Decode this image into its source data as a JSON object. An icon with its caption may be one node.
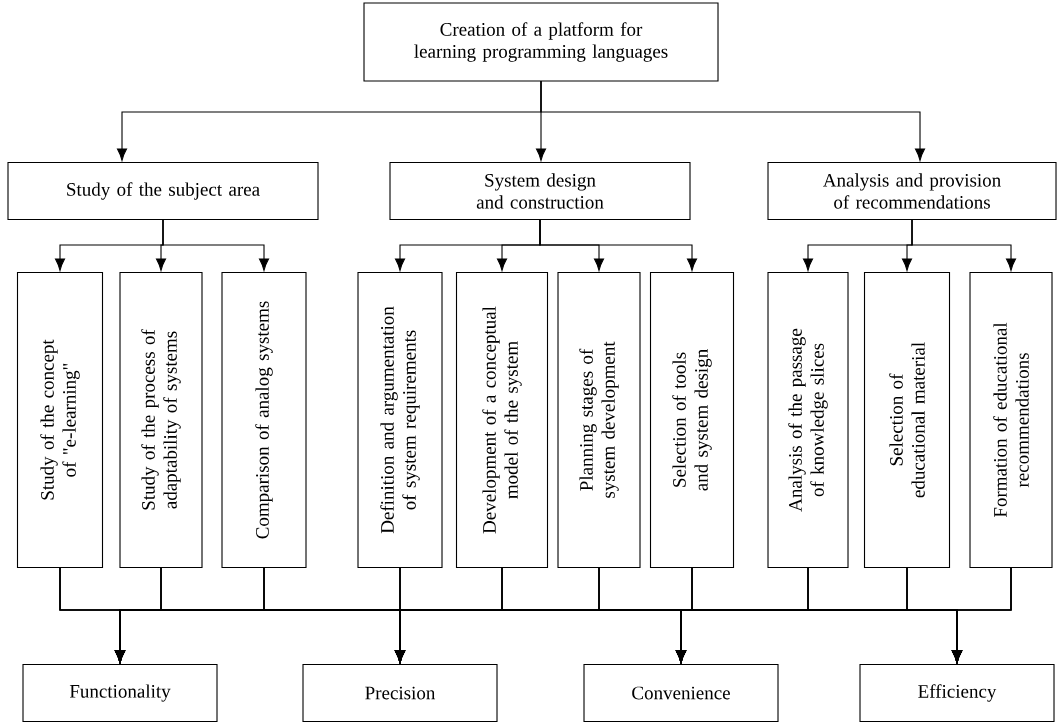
{
  "diagram": {
    "nodes": [
      {
        "text": [
          "Creation of a platform for learning programming languages"
        ]
      },
      {
        "text": [
          "Study of the subject area"
        ]
      },
      {
        "text": [
          "System design and construction"
        ]
      },
      {
        "text": [
          "Analysis and provision of recommendations"
        ]
      },
      {
        "text": [
          "Study of the concept of \"e-learning\""
        ]
      },
      {
        "text": [
          "Study of the process of adaptability of systems"
        ]
      },
      {
        "text": [
          "Comparison of analog systems"
        ]
      },
      {
        "text": [
          "Definition and argumentation of system requirements"
        ]
      },
      {
        "text": [
          "Development of a conceptual model of the system"
        ]
      },
      {
        "text": [
          "Planning stages of system development"
        ]
      },
      {
        "text": [
          "Selection of tools and system design"
        ]
      },
      {
        "text": [
          "Analysis of the passage of knowledge slices"
        ]
      },
      {
        "text": [
          "Selection of educational material"
        ]
      },
      {
        "text": [
          "Formation of educational recommendations"
        ]
      },
      {
        "text": [
          "Functionality"
        ]
      },
      {
        "text": [
          "Precision"
        ]
      },
      {
        "text": [
          "Convenience"
        ]
      },
      {
        "text": [
          "Efficiency"
        ]
      }
    ],
    "edges": [
      {
        "from": 0,
        "to": 1,
        "arrow": "to"
      },
      {
        "from": 0,
        "to": 2,
        "arrow": "to"
      },
      {
        "from": 0,
        "to": 3,
        "arrow": "to"
      },
      {
        "from": 1,
        "to": 4,
        "arrow": "to"
      },
      {
        "from": 1,
        "to": 5,
        "arrow": "to"
      },
      {
        "from": 1,
        "to": 6,
        "arrow": "to"
      },
      {
        "from": 2,
        "to": 7,
        "arrow": "to"
      },
      {
        "from": 2,
        "to": 8,
        "arrow": "to"
      },
      {
        "from": 2,
        "to": 9,
        "arrow": "to"
      },
      {
        "from": 2,
        "to": 10,
        "arrow": "to"
      },
      {
        "from": 3,
        "to": 11,
        "arrow": "to"
      },
      {
        "from": 3,
        "to": 12,
        "arrow": "to"
      },
      {
        "from": 3,
        "to": 13,
        "arrow": "to"
      },
      {
        "from": 4,
        "to": 14,
        "arrow": "to"
      },
      {
        "from": 4,
        "to": 15,
        "arrow": "to"
      },
      {
        "from": 4,
        "to": 16,
        "arrow": "to"
      },
      {
        "from": 4,
        "to": 17,
        "arrow": "to"
      },
      {
        "from": 5,
        "to": 14,
        "arrow": "to"
      },
      {
        "from": 5,
        "to": 15,
        "arrow": "to"
      },
      {
        "from": 5,
        "to": 16,
        "arrow": "to"
      },
      {
        "from": 5,
        "to": 17,
        "arrow": "to"
      },
      {
        "from": 6,
        "to": 14,
        "arrow": "to"
      },
      {
        "from": 6,
        "to": 15,
        "arrow": "to"
      },
      {
        "from": 6,
        "to": 16,
        "arrow": "to"
      },
      {
        "from": 6,
        "to": 17,
        "arrow": "to"
      },
      {
        "from": 7,
        "to": 14,
        "arrow": "to"
      },
      {
        "from": 7,
        "to": 15,
        "arrow": "to"
      },
      {
        "from": 7,
        "to": 16,
        "arrow": "to"
      },
      {
        "from": 7,
        "to": 17,
        "arrow": "to"
      },
      {
        "from": 8,
        "to": 14,
        "arrow": "to"
      },
      {
        "from": 8,
        "to": 15,
        "arrow": "to"
      },
      {
        "from": 8,
        "to": 16,
        "arrow": "to"
      },
      {
        "from": 8,
        "to": 17,
        "arrow": "to"
      },
      {
        "from": 9,
        "to": 14,
        "arrow": "to"
      },
      {
        "from": 9,
        "to": 15,
        "arrow": "to"
      },
      {
        "from": 9,
        "to": 16,
        "arrow": "to"
      },
      {
        "from": 9,
        "to": 17,
        "arrow": "to"
      },
      {
        "from": 10,
        "to": 14,
        "arrow": "to"
      },
      {
        "from": 10,
        "to": 15,
        "arrow": "to"
      },
      {
        "from": 10,
        "to": 16,
        "arrow": "to"
      },
      {
        "from": 10,
        "to": 17,
        "arrow": "to"
      },
      {
        "from": 11,
        "to": 14,
        "arrow": "to"
      },
      {
        "from": 11,
        "to": 15,
        "arrow": "to"
      },
      {
        "from": 11,
        "to": 16,
        "arrow": "to"
      },
      {
        "from": 11,
        "to": 17,
        "arrow": "to"
      },
      {
        "from": 12,
        "to": 14,
        "arrow": "to"
      },
      {
        "from": 12,
        "to": 15,
        "arrow": "to"
      },
      {
        "from": 12,
        "to": 16,
        "arrow": "to"
      },
      {
        "from": 12,
        "to": 17,
        "arrow": "to"
      },
      {
        "from": 13,
        "to": 14,
        "arrow": "to"
      },
      {
        "from": 13,
        "to": 15,
        "arrow": "to"
      },
      {
        "from": 13,
        "to": 16,
        "arrow": "to"
      },
      {
        "from": 13,
        "to": 17,
        "arrow": "to"
      }
    ]
  }
}
